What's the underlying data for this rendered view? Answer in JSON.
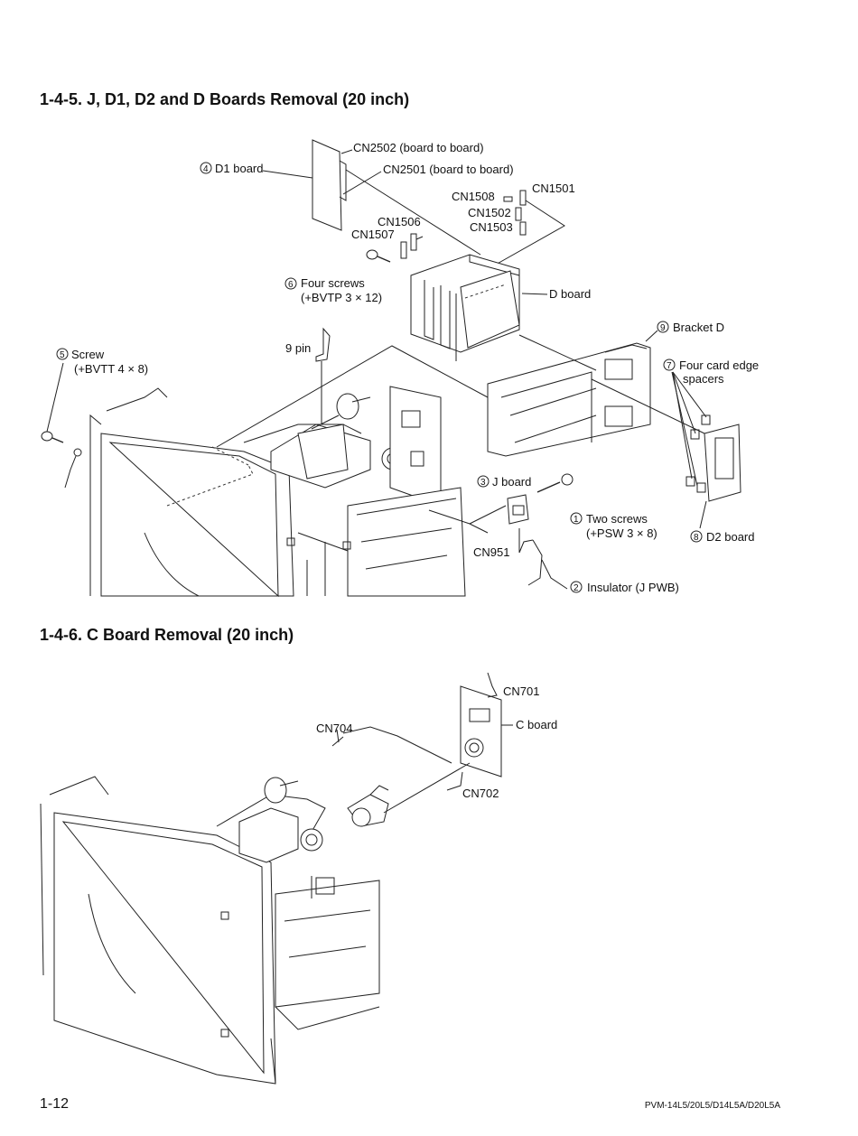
{
  "section1": {
    "title": "1-4-5.   J, D1, D2 and D Boards Removal (20 inch)",
    "labels": {
      "cn2502": "CN2502 (board to board)",
      "cn2501": "CN2501 (board to board)",
      "d1_num": "4",
      "d1": "D1 board",
      "cn1508": "CN1508",
      "cn1501": "CN1501",
      "cn1502": "CN1502",
      "cn1503": "CN1503",
      "cn1506": "CN1506",
      "cn1507": "CN1507",
      "four_screws_num": "6",
      "four_screws": "Four screws",
      "four_screws_spec": "(+BVTP 3 × 12)",
      "d_board": "D board",
      "bracket_num": "9",
      "bracket": "Bracket D",
      "nine_pin": "9 pin",
      "screw_num": "5",
      "screw": "Screw",
      "screw_spec": "(+BVTT 4 × 8)",
      "spacers_num": "7",
      "spacers": "Four card edge",
      "spacers2": "spacers",
      "j_num": "3",
      "j_board": "J board",
      "two_screws_num": "1",
      "two_screws": "Two screws",
      "two_screws_spec": "(+PSW 3 × 8)",
      "d2_num": "8",
      "d2": "D2 board",
      "cn951": "CN951",
      "insulator_num": "2",
      "insulator": "Insulator (J PWB)"
    }
  },
  "section2": {
    "title": "1-4-6.   C Board Removal (20 inch)",
    "labels": {
      "cn701": "CN701",
      "cn704": "CN704",
      "c_board": "C board",
      "cn702": "CN702"
    }
  },
  "footer": {
    "page": "1-12",
    "model": "PVM-14L5/20L5/D14L5A/D20L5A"
  }
}
